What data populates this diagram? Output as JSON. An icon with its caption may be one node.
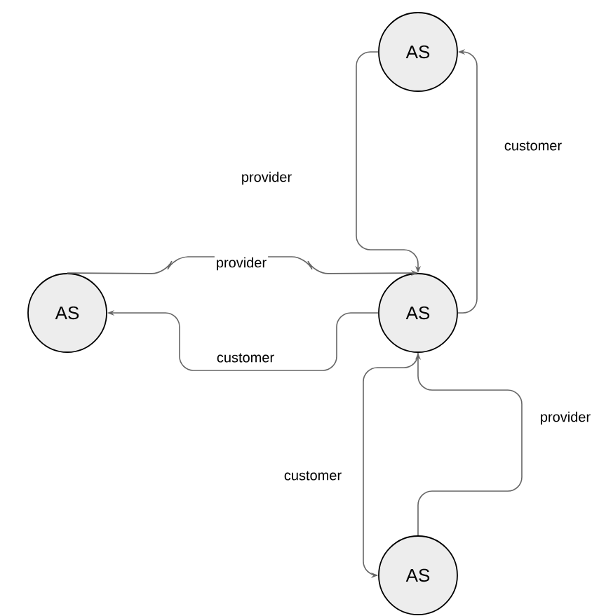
{
  "diagram": {
    "nodes": [
      {
        "text": [
          "AS"
        ]
      },
      {
        "text": [
          "AS"
        ]
      },
      {
        "text": [
          "AS"
        ]
      },
      {
        "text": [
          "AS"
        ]
      }
    ],
    "edges": [
      {
        "from": 0,
        "to": 2,
        "arrow": "to",
        "label": "provider"
      },
      {
        "from": 2,
        "to": 0,
        "arrow": "to",
        "label": "customer"
      },
      {
        "from": 1,
        "to": 2,
        "arrow": "to",
        "label": "provider"
      },
      {
        "from": 2,
        "to": 1,
        "arrow": "to",
        "label": "customer"
      },
      {
        "from": 2,
        "to": 3,
        "arrow": "to",
        "label": "customer"
      },
      {
        "from": 3,
        "to": 2,
        "arrow": "to",
        "label": "provider"
      }
    ]
  }
}
